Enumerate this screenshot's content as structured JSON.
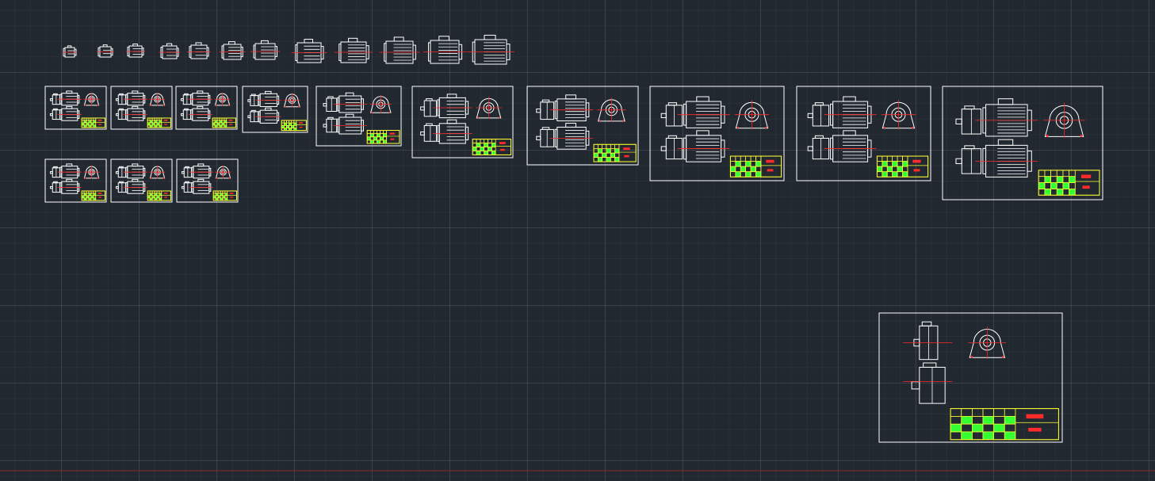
{
  "drawing": {
    "motor_row_count": 12,
    "sheet_count": 14,
    "grid": "on"
  },
  "colors": {
    "background": "#212830",
    "linework": "#ffffff",
    "centerline": "#ff2a2a",
    "title_block_grid": "#ffff33",
    "title_block_fill": "#33ff33"
  }
}
